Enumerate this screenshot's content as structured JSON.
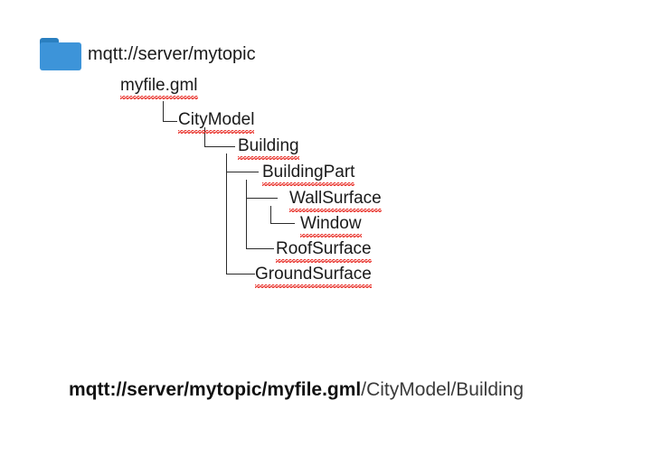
{
  "root": {
    "icon": "folder-icon",
    "icon_color": "#3d94d9",
    "icon_tab_color": "#2a7fc0",
    "label": "mqtt://server/mytopic"
  },
  "tree": {
    "nodes": [
      {
        "label": "myfile.gml",
        "depth": 0,
        "spellcheck": true
      },
      {
        "label": "CityModel",
        "depth": 1,
        "spellcheck": true
      },
      {
        "label": "Building",
        "depth": 2,
        "spellcheck": true
      },
      {
        "label": "BuildingPart",
        "depth": 3,
        "spellcheck": true
      },
      {
        "label": "WallSurface",
        "depth": 4,
        "spellcheck": true
      },
      {
        "label": "Window",
        "depth": 5,
        "spellcheck": true
      },
      {
        "label": "RoofSurface",
        "depth": 4,
        "spellcheck": true
      },
      {
        "label": "GroundSurface",
        "depth": 3,
        "spellcheck": true
      }
    ]
  },
  "bottom_path": {
    "bold_part": "mqtt://server/mytopic/myfile.gml",
    "regular_part": "/CityModel/Building"
  },
  "colors": {
    "folder_blue": "#3d94d9",
    "folder_blue_dark": "#2a7fc0",
    "spellcheck_red": "#e8312a",
    "text": "#1a1a1a",
    "line": "#2b2b2b",
    "background": "#ffffff"
  }
}
